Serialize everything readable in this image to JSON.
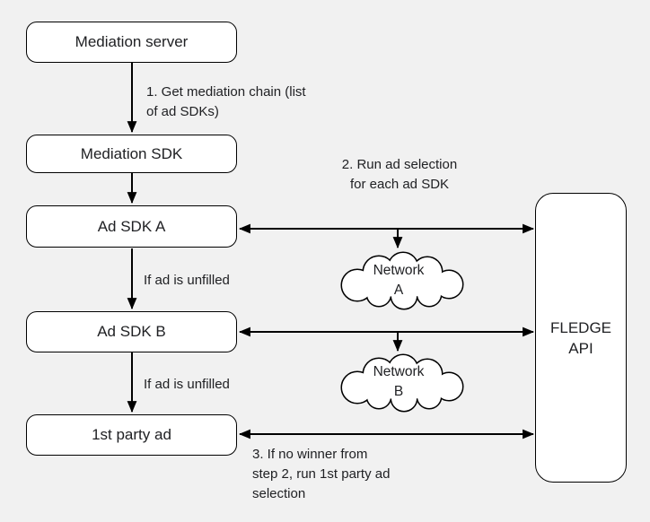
{
  "theme": {
    "bg": "#f1f1f1",
    "fill": "#ffffff",
    "stroke": "#000000",
    "text": "#202124"
  },
  "nodes": {
    "mediation_server": {
      "label": "Mediation server"
    },
    "mediation_sdk": {
      "label": "Mediation SDK"
    },
    "ad_sdk_a": {
      "label": "Ad SDK A"
    },
    "ad_sdk_b": {
      "label": "Ad SDK B"
    },
    "first_party_ad": {
      "label": "1st party ad"
    },
    "fledge_api": {
      "lines": [
        "FLEDGE",
        "API"
      ]
    }
  },
  "clouds": {
    "network_a": {
      "lines": [
        "Network",
        "A"
      ]
    },
    "network_b": {
      "lines": [
        "Network",
        "B"
      ]
    }
  },
  "annotations": {
    "step1": {
      "lines": [
        "1. Get mediation chain (list",
        "of ad SDKs)"
      ]
    },
    "step2": {
      "lines": [
        "2. Run ad selection",
        "for each ad SDK"
      ]
    },
    "unfilled_a": {
      "label": "If ad is unfilled"
    },
    "unfilled_b": {
      "label": "If ad is unfilled"
    },
    "step3": {
      "lines": [
        "3. If no winner from",
        "step 2, run 1st party ad",
        "selection"
      ]
    }
  }
}
